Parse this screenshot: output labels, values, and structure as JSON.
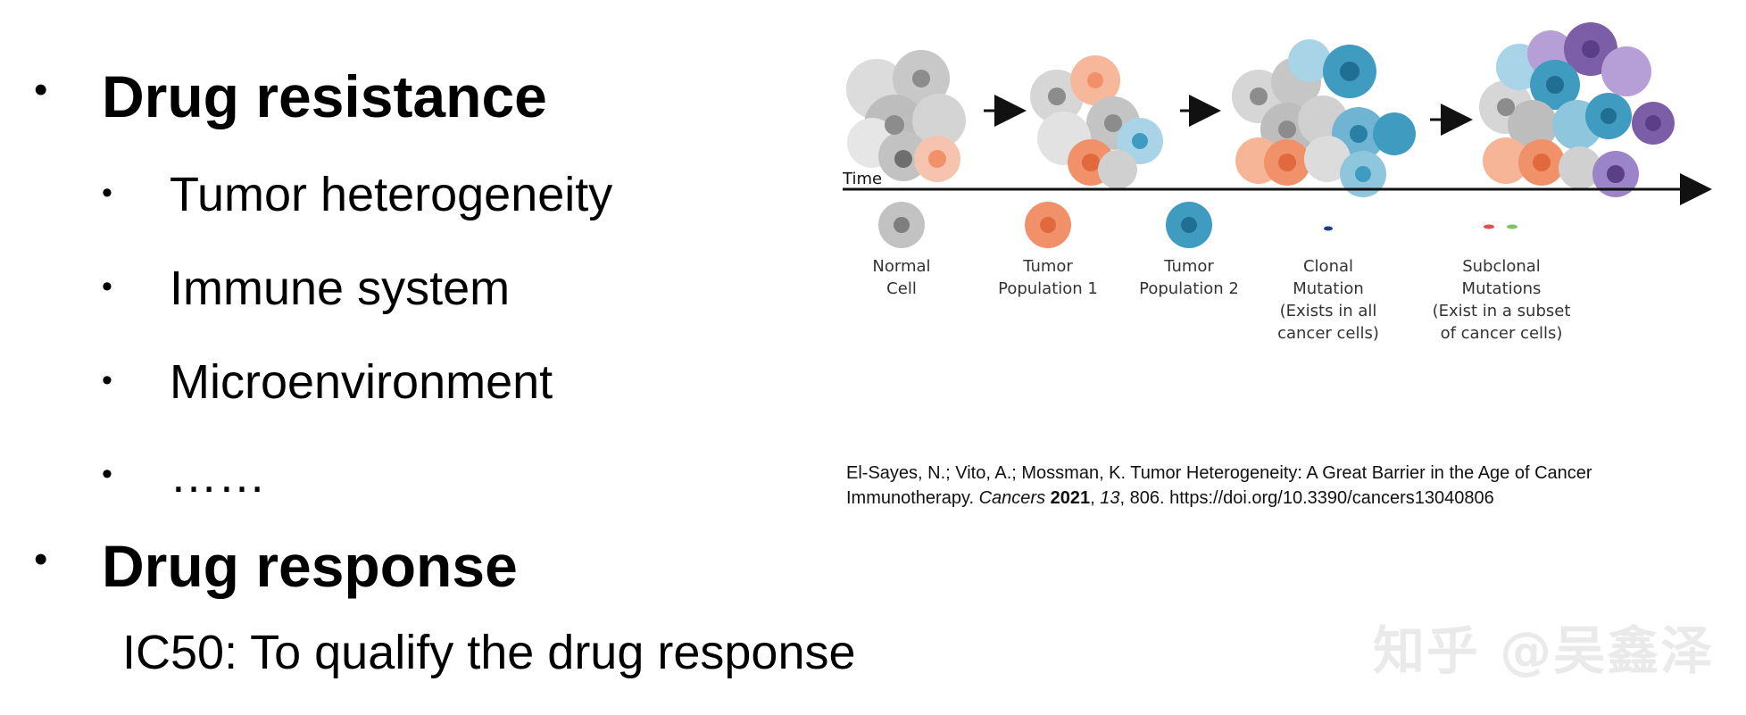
{
  "outline": {
    "item1": {
      "bullet": "•",
      "text": "Drug resistance"
    },
    "sub": [
      {
        "bullet": "•",
        "text": "Tumor heterogeneity"
      },
      {
        "bullet": "•",
        "text": "Immune system"
      },
      {
        "bullet": "•",
        "text": "Microenvironment"
      },
      {
        "bullet": "•",
        "text": "……"
      }
    ],
    "item2": {
      "bullet": "•",
      "text": "Drug response"
    },
    "note": "IC50: To qualify the drug response"
  },
  "figure": {
    "time_label": "Time",
    "legend": [
      {
        "line1": "Normal",
        "line2": "Cell",
        "line3": "",
        "line4": ""
      },
      {
        "line1": "Tumor",
        "line2": "Population 1",
        "line3": "",
        "line4": ""
      },
      {
        "line1": "Tumor",
        "line2": "Population 2",
        "line3": "",
        "line4": ""
      },
      {
        "line1": "Clonal",
        "line2": "Mutation",
        "line3": "(Exists in all",
        "line4": "cancer cells)"
      },
      {
        "line1": "Subclonal",
        "line2": "Mutations",
        "line3": "(Exist in a subset",
        "line4": "of cancer cells)"
      }
    ],
    "colors": {
      "normal": "#9e9e9e",
      "pop1": "#f0916a",
      "pop2": "#3f9bc0",
      "pop3": "#7b5ea7",
      "clonal": "#1f3b8c",
      "subclonal_red": "#d9534f",
      "subclonal_green": "#7cc36a"
    }
  },
  "citation": {
    "line1": "El-Sayes, N.; Vito, A.; Mossman, K. Tumor Heterogeneity: A Great Barrier in the Age of Cancer",
    "line2_a": "Immunotherapy.  ",
    "journal": "Cancers",
    "year": "2021",
    "sep1": ", ",
    "volume": "13",
    "rest": ", 806. https://doi.org/10.3390/cancers13040806"
  },
  "watermark": "知乎 @吴鑫泽"
}
